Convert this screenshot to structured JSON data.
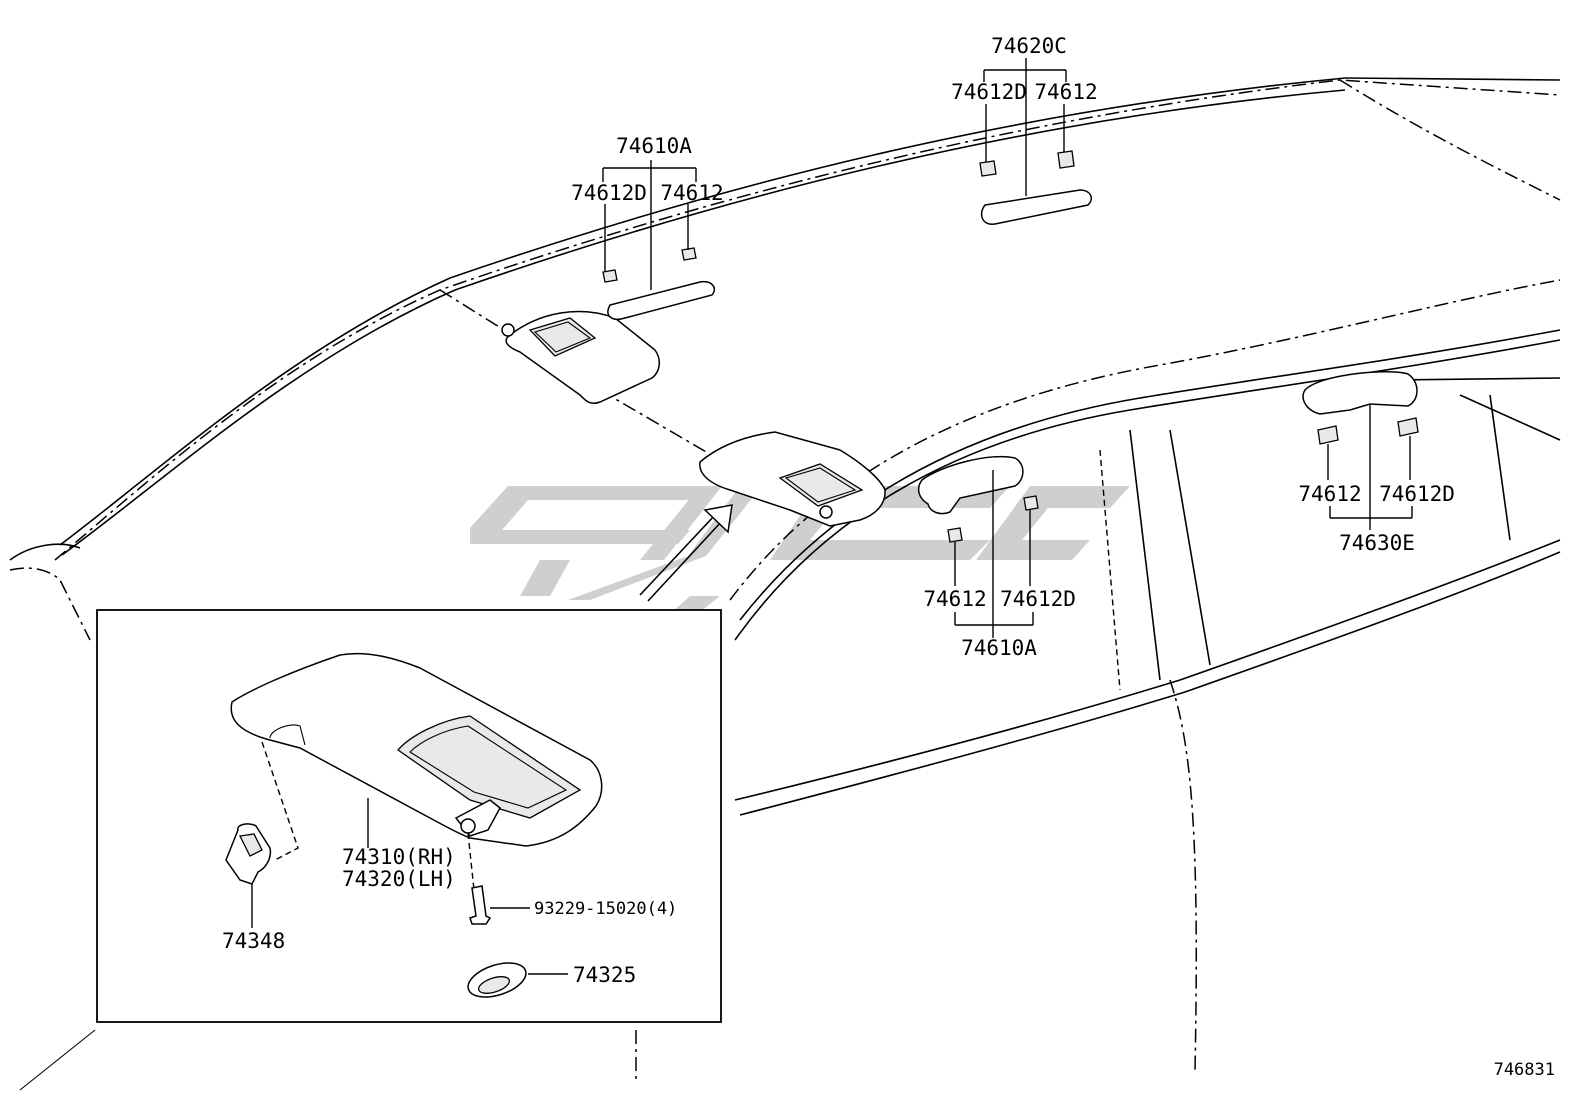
{
  "diagram": {
    "ref_number": "746831",
    "labels": {
      "roof_grip_front": "74610A",
      "roof_grip_front_clip_d": "74612D",
      "roof_grip_front_clip": "74612",
      "roof_grip_rear_center": "74620C",
      "roof_grip_rear_center_clip_d": "74612D",
      "roof_grip_rear_center_clip": "74612",
      "roof_grip_side": "74610A",
      "roof_grip_side_clip": "74612",
      "roof_grip_side_clip_d": "74612D",
      "roof_grip_rear_side": "74630E",
      "roof_grip_rear_side_clip": "74612",
      "roof_grip_rear_side_clip_d": "74612D",
      "visor_rh": "74310(RH)",
      "visor_lh": "74320(LH)",
      "visor_holder": "74348",
      "visor_screw": "93229-15020(4)",
      "visor_cover": "74325"
    }
  },
  "colors": {
    "line": "#000000",
    "watermark": "#cfcfcf",
    "background": "#ffffff"
  }
}
